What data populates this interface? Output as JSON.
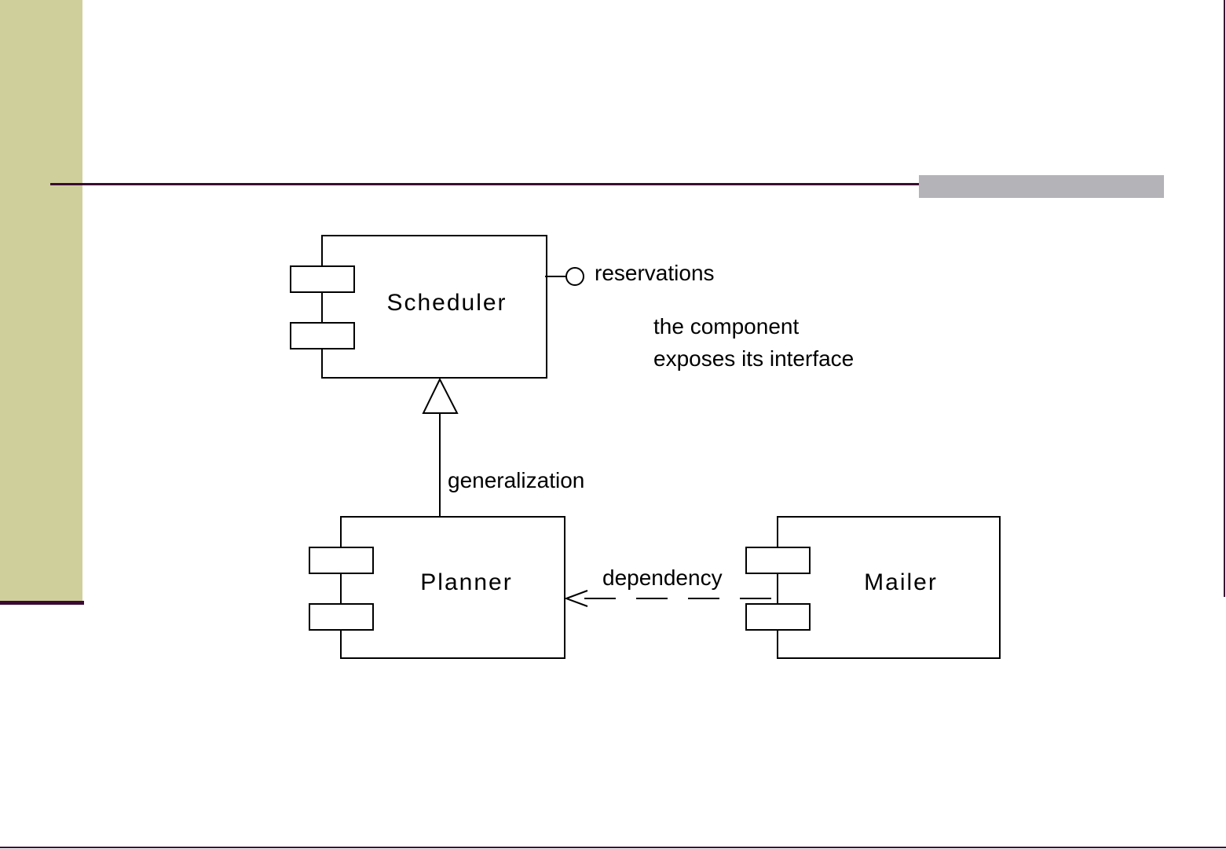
{
  "diagram": {
    "components": {
      "scheduler": "Scheduler",
      "planner": "Planner",
      "mailer": "Mailer"
    },
    "labels": {
      "interface": "reservations",
      "note_line1": "the component",
      "note_line2": "exposes its interface",
      "generalization": "generalization",
      "dependency": "dependency"
    }
  },
  "colors": {
    "side_band": "#cfcf9c",
    "rule": "#3b0a33",
    "accent_bar": "#b4b4b8",
    "stroke": "#000000"
  }
}
